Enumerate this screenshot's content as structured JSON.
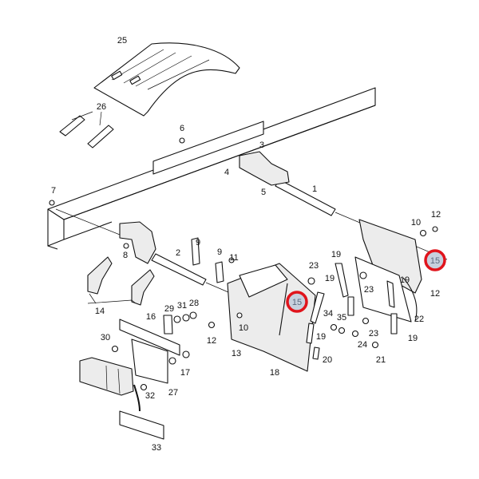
{
  "diagram": {
    "title": "Rear frame, fender and mud flap parts diagram",
    "callouts": [
      "25",
      "26",
      "6",
      "3",
      "4",
      "5",
      "1",
      "7",
      "8",
      "9",
      "9",
      "11",
      "2",
      "14",
      "16",
      "29",
      "31",
      "28",
      "30",
      "17",
      "27",
      "32",
      "33",
      "12",
      "10",
      "13",
      "18",
      "23",
      "19",
      "19",
      "34",
      "35",
      "19",
      "20",
      "24",
      "23",
      "19",
      "21",
      "22",
      "12",
      "23",
      "10",
      "12",
      "19"
    ],
    "highlighted": [
      "15",
      "15"
    ],
    "highlight_color": "#e0141c",
    "highlight_fill": "#c7d0de"
  }
}
